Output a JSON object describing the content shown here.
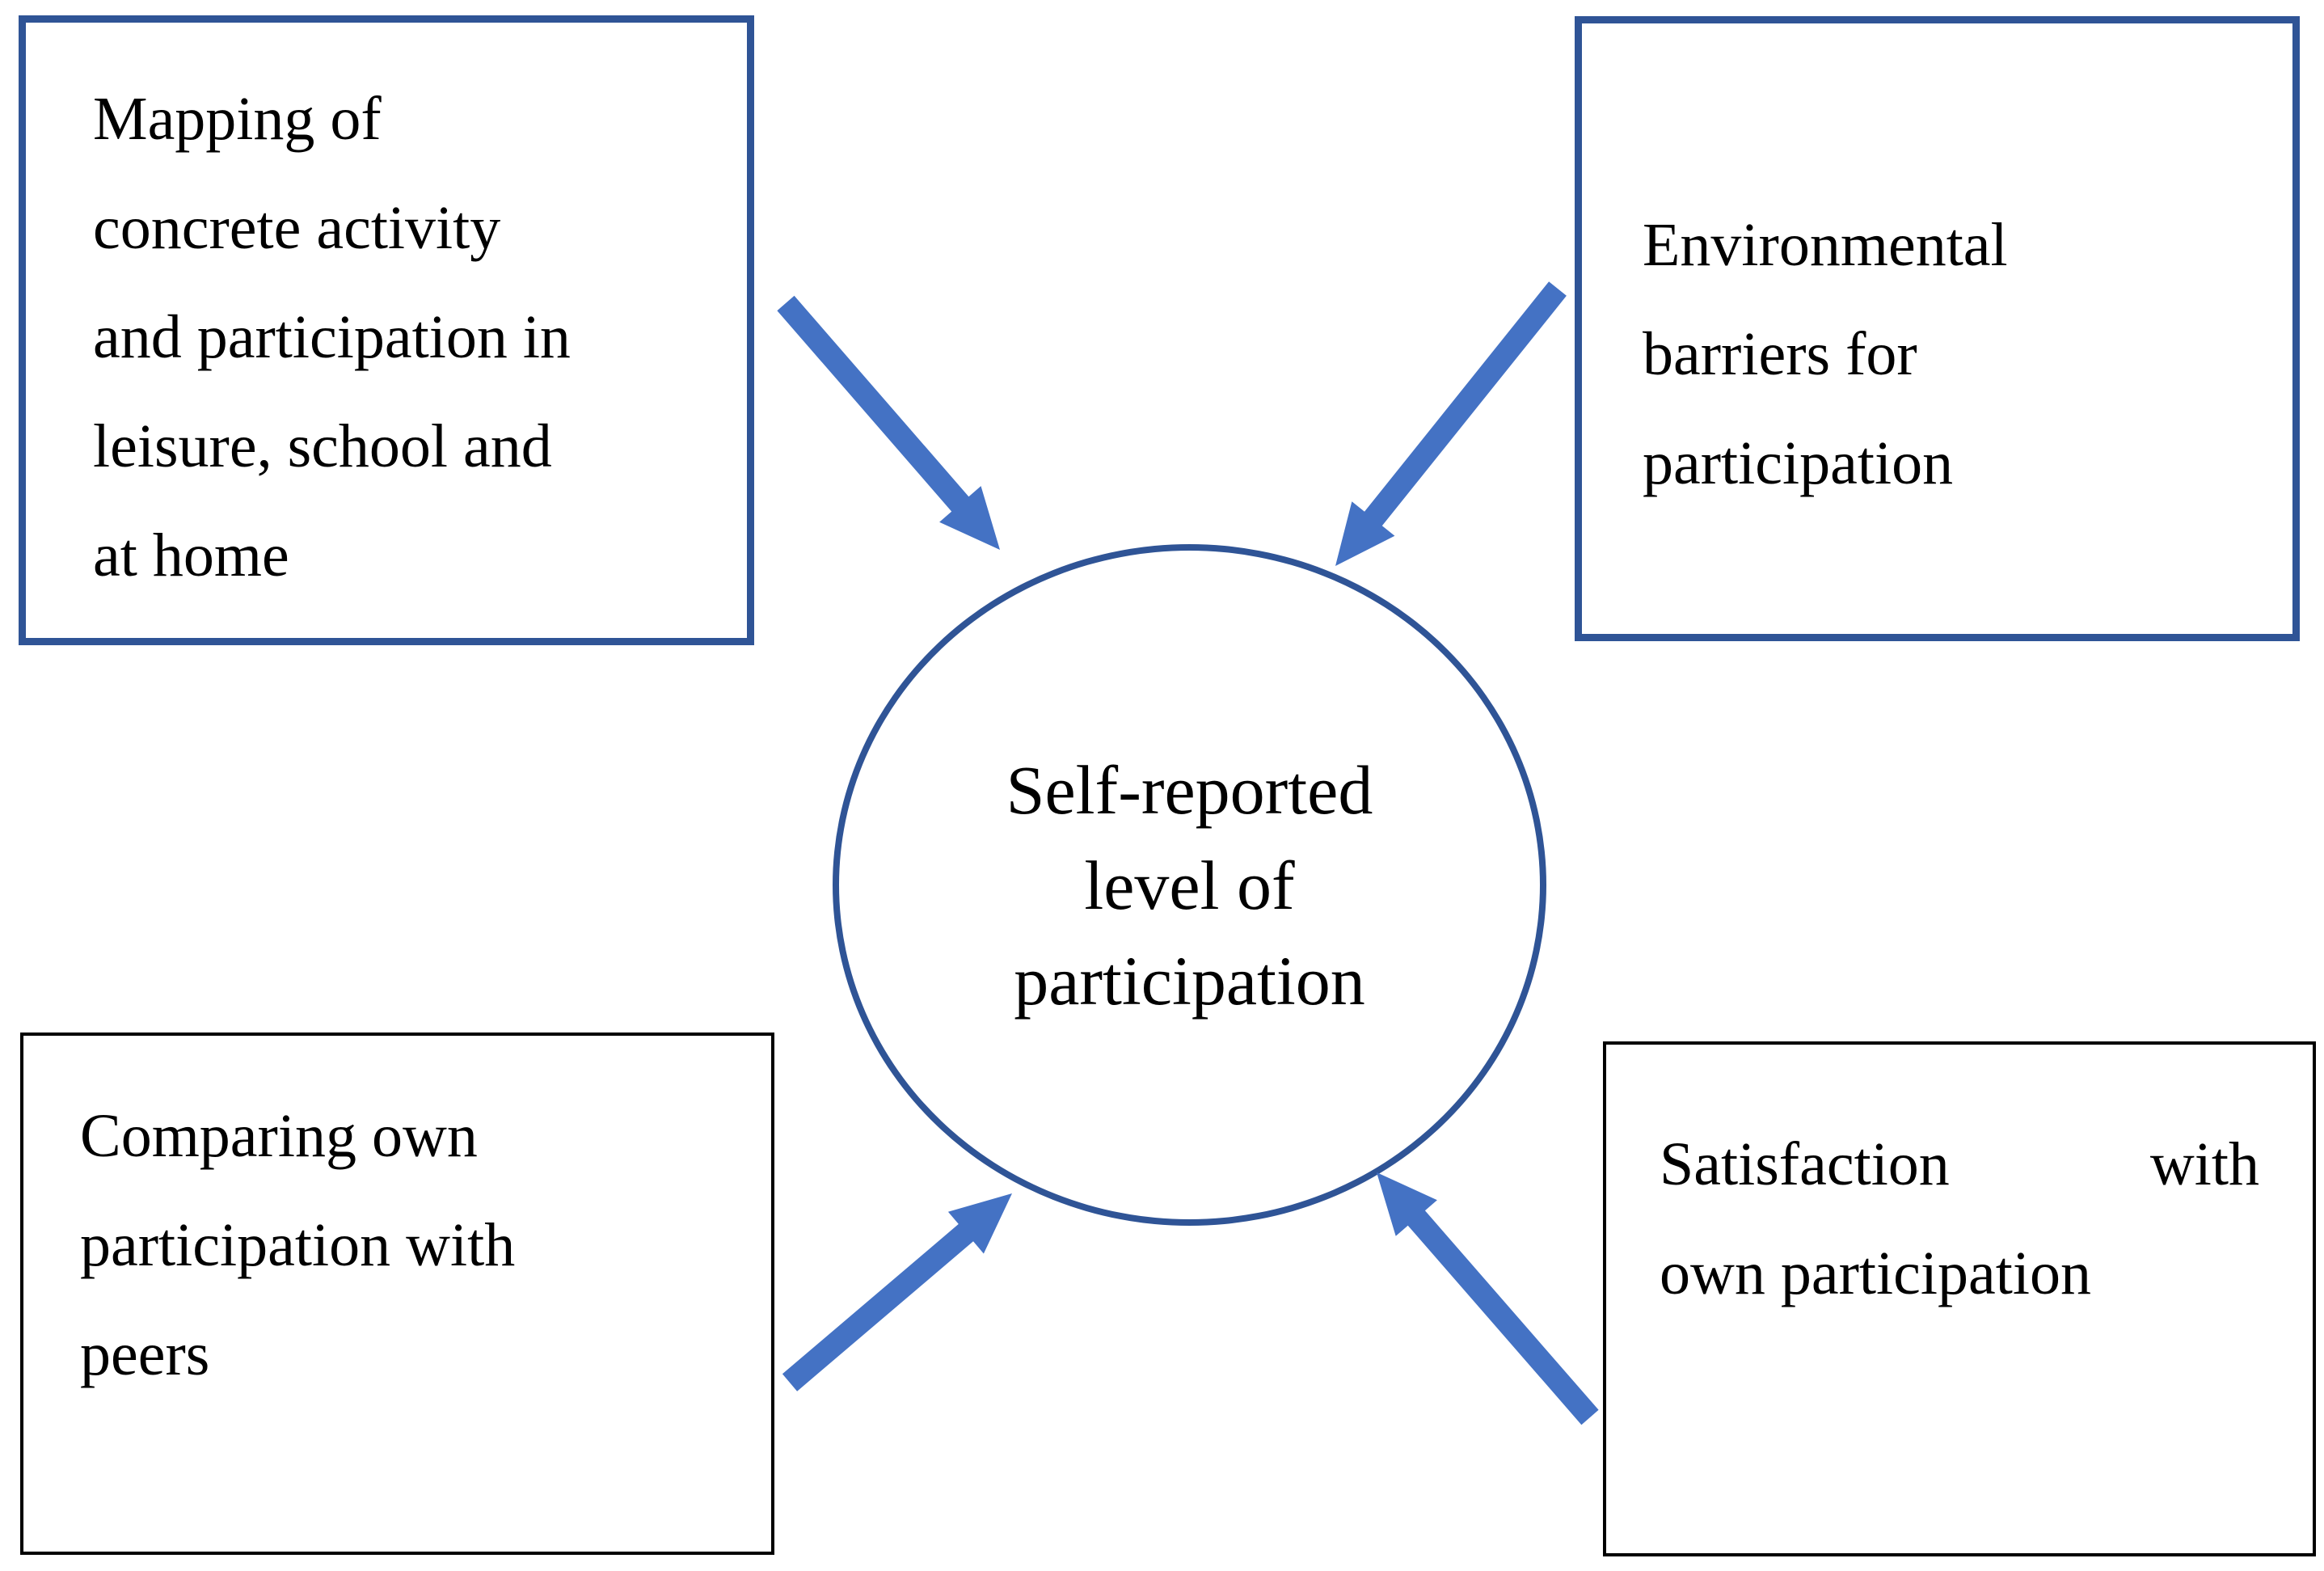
{
  "figure": {
    "background": "#ffffff",
    "colors": {
      "box_border_blue": "#2F5496",
      "circle_stroke_blue": "#2F5496",
      "arrow_blue": "#4472C4",
      "box_border_black": "#000000",
      "text": "#000000"
    },
    "boxes": {
      "top_left": {
        "lines": [
          "Mapping of",
          "concrete activity",
          "and participation in",
          "leisure, school and",
          "at home"
        ],
        "border_color": "#2F5496"
      },
      "top_right": {
        "lines": [
          "Environmental",
          "barriers for",
          "participation"
        ],
        "border_color": "#2F5496"
      },
      "bottom_left": {
        "lines": [
          "Comparing own",
          "participation with",
          "peers"
        ],
        "border_color": "#000000"
      },
      "bottom_right": {
        "lines": [
          "Satisfaction with",
          "own participation"
        ],
        "border_color": "#000000",
        "justify_first": true
      }
    },
    "center_circle": {
      "lines": [
        "Self-reported",
        "level of",
        "participation"
      ]
    },
    "arrows": [
      {
        "name": "arrow-top-left",
        "from": "top_left_box",
        "to": "center_circle",
        "color": "#4472C4"
      },
      {
        "name": "arrow-top-right",
        "from": "top_right_box",
        "to": "center_circle",
        "color": "#4472C4"
      },
      {
        "name": "arrow-bottom-left",
        "from": "bottom_left_box",
        "to": "center_circle",
        "color": "#4472C4"
      },
      {
        "name": "arrow-bottom-right",
        "from": "bottom_right_box",
        "to": "center_circle",
        "color": "#4472C4"
      }
    ]
  }
}
